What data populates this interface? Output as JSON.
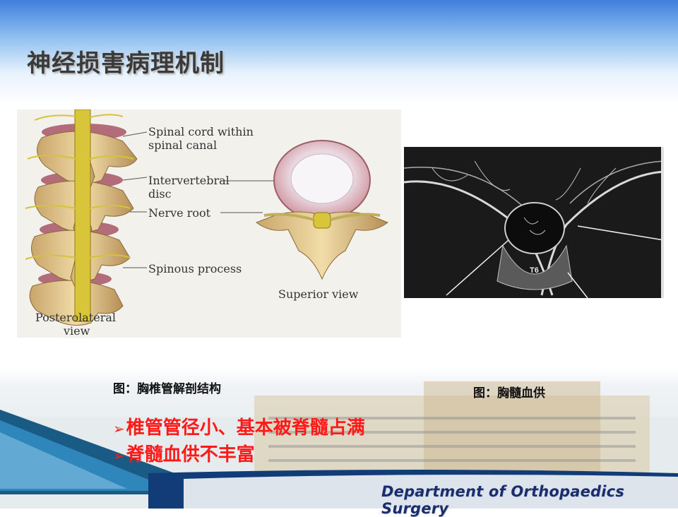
{
  "slide": {
    "title": "神经损害病理机制"
  },
  "figure_left": {
    "labels": {
      "spinal_cord_1": "Spinal cord within",
      "spinal_cord_2": "spinal canal",
      "disc_1": "Intervertebral",
      "disc_2": "disc",
      "nerve_root": "Nerve root",
      "spinous": "Spinous process",
      "superior": "Superior view",
      "posterolateral_1": "Posterolateral",
      "posterolateral_2": "view"
    },
    "caption": "图：胸椎管解剖结构"
  },
  "figure_right": {
    "label": "T6",
    "caption": "图：胸髓血供"
  },
  "bullets": [
    "椎管管径小、基本被脊髓占满",
    "脊髓血供不丰富"
  ],
  "footer": {
    "department": "Department  of  Orthopaedics Surgery"
  }
}
